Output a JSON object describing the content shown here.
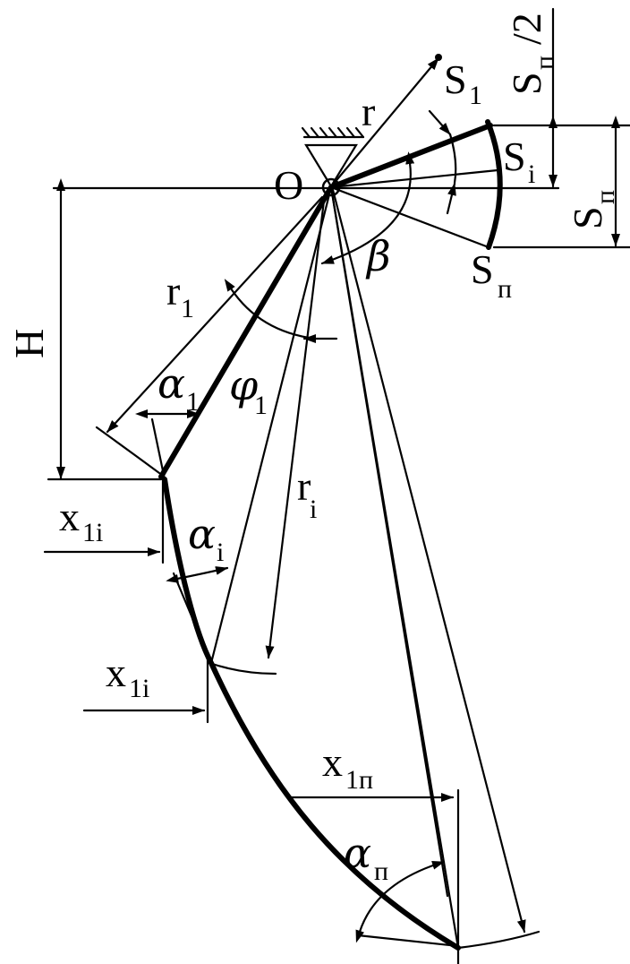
{
  "labels": {
    "O": "O",
    "r": "r",
    "S1": "S",
    "S1_sub": "1",
    "Si": "S",
    "Si_sub": "i",
    "Sp": "S",
    "Sp_sub": "п",
    "Sp_right": "S",
    "Sp_right_sub": "п",
    "Sp_half": "S",
    "Sp_half_sub": "п",
    "Sp_half_div": "/2",
    "beta": "β",
    "H": "H",
    "r1": "r",
    "r1_sub": "1",
    "alpha1": "α",
    "alpha1_sub": "1",
    "phi1": "φ",
    "phi1_sub": "1",
    "ri": "r",
    "ri_sub": "i",
    "x1i_top": "x",
    "x1i_top_sub": "1i",
    "alphai": "α",
    "alphai_sub": "i",
    "x1i_bottom": "x",
    "x1i_bottom_sub": "1i",
    "x1p": "x",
    "x1p_sub": "1п",
    "alphap": "α",
    "alphap_sub": "п"
  }
}
